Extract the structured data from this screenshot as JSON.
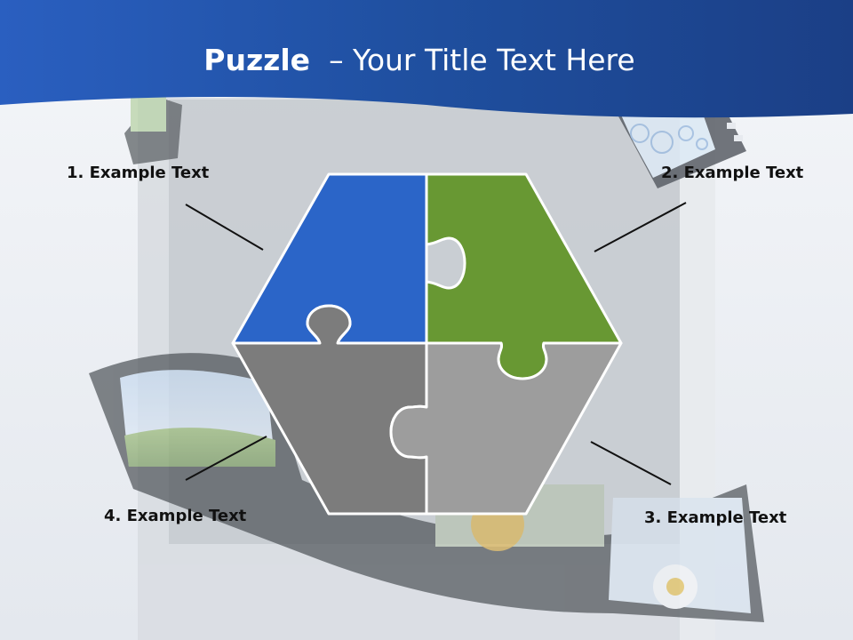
{
  "slide": {
    "title_bold": "Puzzle",
    "title_rest": "– Your Title Text Here",
    "items": [
      {
        "label": "1. Example Text"
      },
      {
        "label": "2. Example Text"
      },
      {
        "label": "3. Example Text"
      },
      {
        "label": "4. Example Text"
      }
    ]
  },
  "colors": {
    "header_blue": "#1f57b4",
    "piece_blue": "#2b65c8",
    "piece_green": "#689833",
    "piece_dark_gray": "#7c7c7c",
    "piece_light_gray": "#9d9d9d"
  }
}
